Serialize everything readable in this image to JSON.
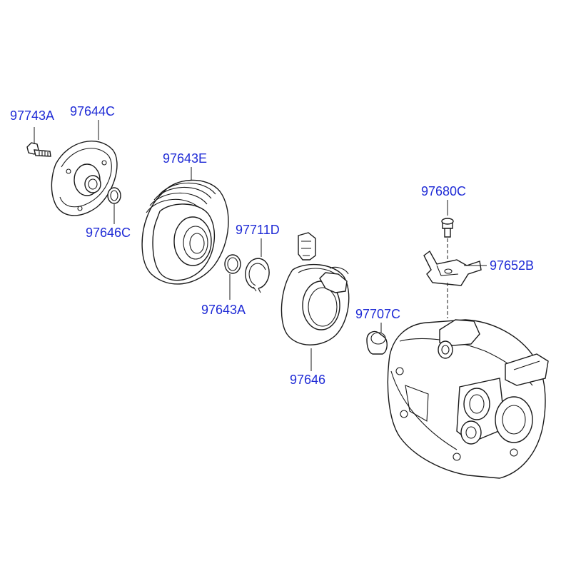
{
  "label_color": "#1f2bd6",
  "parts": {
    "bolt": "97743A",
    "hub_plate": "97644C",
    "hub_shim": "97646C",
    "pulley": "97643E",
    "pulley_snap_ring": "97643A",
    "coil_snap_ring": "97711D",
    "field_coil": "97646",
    "sleeve": "97707C",
    "screw": "97680C",
    "bracket": "97652B"
  }
}
